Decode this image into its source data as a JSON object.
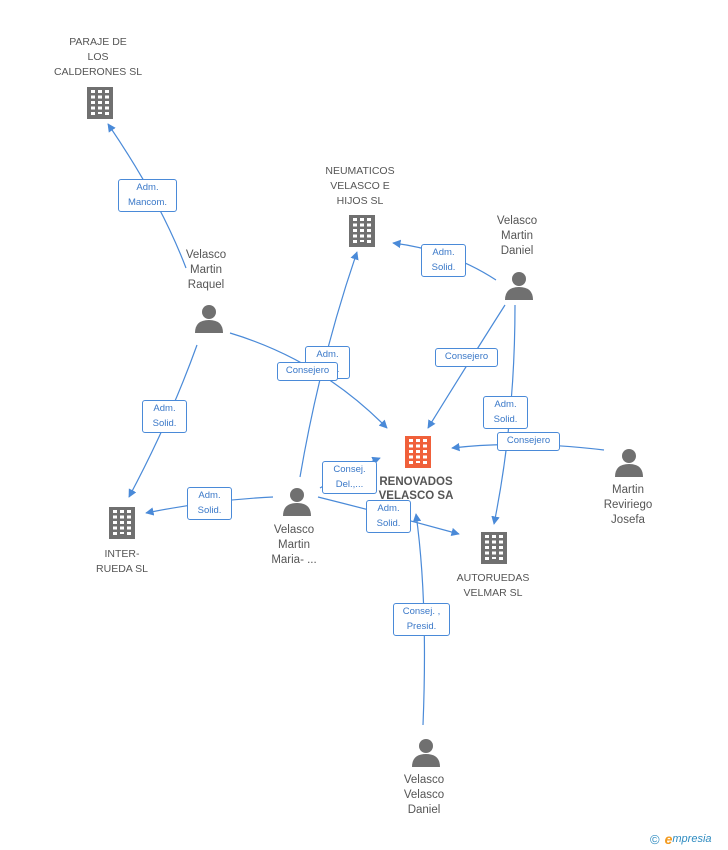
{
  "nodes": {
    "paraje": {
      "label": "PARAJE DE\nLOS\nCALDERONES SL",
      "type": "company"
    },
    "neumaticos": {
      "label": "NEUMATICOS\nVELASCO E\nHIJOS SL",
      "type": "company"
    },
    "interrueda": {
      "label": "INTER-\nRUEDA SL",
      "type": "company"
    },
    "autoruedas": {
      "label": "AUTORUEDAS\nVELMAR SL",
      "type": "company"
    },
    "renovados": {
      "label": "RENOVADOS\nVELASCO SA",
      "type": "central-company"
    },
    "raquel": {
      "label": "Velasco\nMartin\nRaquel",
      "type": "person"
    },
    "daniel_vm": {
      "label": "Velasco\nMartin\nDaniel",
      "type": "person"
    },
    "maria": {
      "label": "Velasco\nMartin\nMaria- ...",
      "type": "person"
    },
    "josefa": {
      "label": "Martin\nReviriego\nJosefa",
      "type": "person"
    },
    "daniel_vv": {
      "label": "Velasco\nVelasco\nDaniel",
      "type": "person"
    }
  },
  "relations": [
    {
      "id": "raquel_paraje",
      "label": "Adm.\nMancom."
    },
    {
      "id": "daniel_neumaticos",
      "label": "Adm.\nSolid."
    },
    {
      "id": "maria_neumaticos",
      "label": "Adm.\nSolid."
    },
    {
      "id": "raquel_renovados",
      "label": "Consejero"
    },
    {
      "id": "daniel_renovados",
      "label": "Consejero"
    },
    {
      "id": "daniel_autoruedas",
      "label": "Adm.\nSolid."
    },
    {
      "id": "josefa_renovados",
      "label": "Consejero"
    },
    {
      "id": "raquel_interrueda",
      "label": "Adm.\nSolid."
    },
    {
      "id": "maria_interrueda",
      "label": "Adm.\nSolid."
    },
    {
      "id": "maria_renovados",
      "label": "Consej.\nDel.,..."
    },
    {
      "id": "maria_autoruedas",
      "label": "Adm.\nSolid."
    },
    {
      "id": "danielvv_renovados",
      "label": "Consej. ,\nPresid."
    }
  ],
  "colors": {
    "edge": "#4a8ad8",
    "company": "#707070",
    "central": "#f0603a",
    "person": "#707070"
  },
  "footer": {
    "copyright": "©",
    "brand_first": "e",
    "brand_rest": "mpresia"
  }
}
